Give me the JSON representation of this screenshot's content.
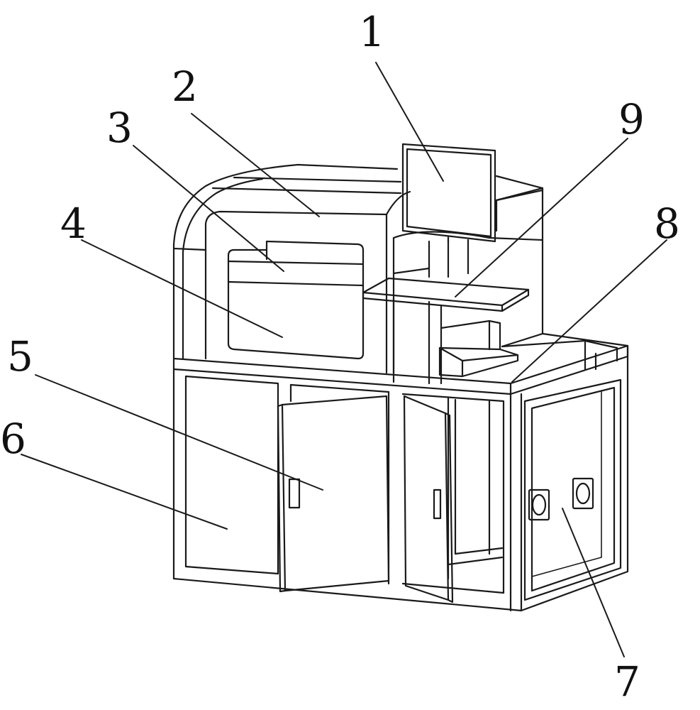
{
  "labels": [
    {
      "id": "1",
      "text": "1"
    },
    {
      "id": "2",
      "text": "2"
    },
    {
      "id": "3",
      "text": "3"
    },
    {
      "id": "4",
      "text": "4"
    },
    {
      "id": "5",
      "text": "5"
    },
    {
      "id": "6",
      "text": "6"
    },
    {
      "id": "7",
      "text": "7"
    },
    {
      "id": "8",
      "text": "8"
    },
    {
      "id": "9",
      "text": "9"
    }
  ],
  "colors": {
    "line": "#1a1a1a",
    "background": "#ffffff"
  }
}
